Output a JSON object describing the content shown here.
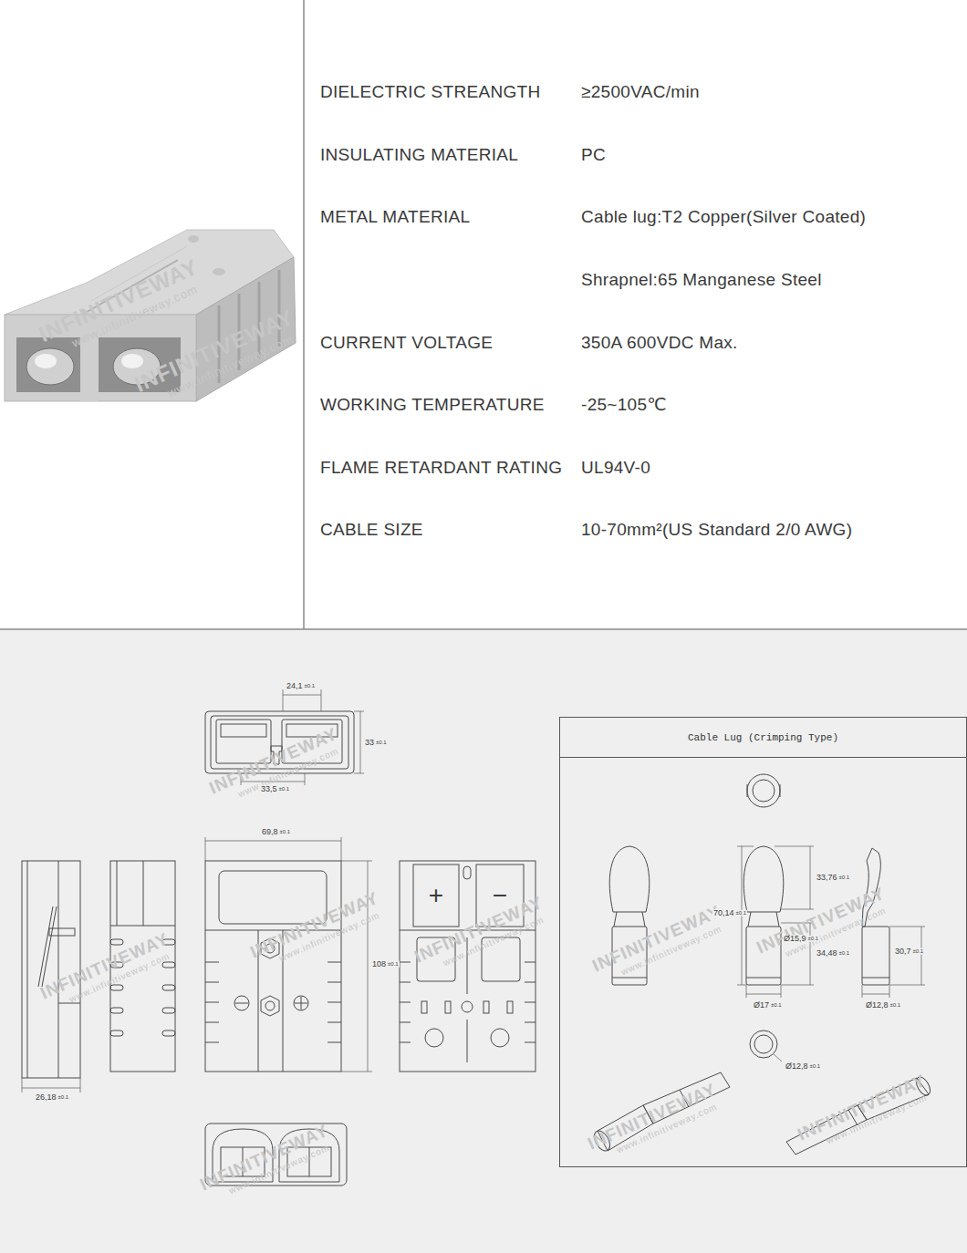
{
  "diagram": {
    "nodes": [
      {
        "text": [
          "Cable Lug (Crimping Type)"
        ]
      }
    ],
    "labels": [
      "DIELECTRIC STREANGTH",
      "≥2500VAC/min",
      "INSULATING MATERIAL",
      "PC",
      "METAL MATERIAL",
      "Cable lug:T2 Copper(Silver Coated)",
      "Shrapnel:65 Manganese Steel",
      "CURRENT VOLTAGE",
      "350A 600VDC Max.",
      "WORKING TEMPERATURE",
      "-25~105℃",
      "FLAME RETARDANT RATING",
      "UL94V-0",
      "CABLE SIZE",
      "10-70mm²(US Standard 2/0 AWG)",
      "INFINITIVEWAY",
      "www.infinitiveway.com",
      "INFINITIVEWAY",
      "www.infinitiveway.com",
      "INFINITIVEWAY",
      "www.infinitiveway.com",
      "INFINITIVEWAY",
      "www.infinitiveway.com",
      "INFINITIVEWAY",
      "www.infinitiveway.com",
      "INFINITIVEWAY",
      "www.infinitiveway.com",
      "INFINITIVEWAY",
      "www.infinitiveway.com",
      "INFINITIVEWAY",
      "www.infinitiveway.com",
      "INFINITIVEWAY",
      "www.infinitiveway.com",
      "INFINITIVEWAY",
      "www.infinitiveway.com",
      "INFINITIVEWAY",
      "www.infinitiveway.com",
      "24,1",
      "±0.1",
      "33",
      "±0.1",
      "33,5",
      "±0.1",
      "69,8",
      "±0.1",
      "108",
      "±0.1",
      "26,18",
      "±0.1",
      "+",
      "−",
      "33,76",
      "±0.1",
      "70,14",
      "±0.1",
      "Ø15,9",
      "±0.1",
      "34,48",
      "±0.1",
      "30,7",
      "±0.1",
      "Ø17",
      "±0.1",
      "Ø12,8",
      "±0.1",
      "Ø12,8",
      "±0.1"
    ]
  }
}
